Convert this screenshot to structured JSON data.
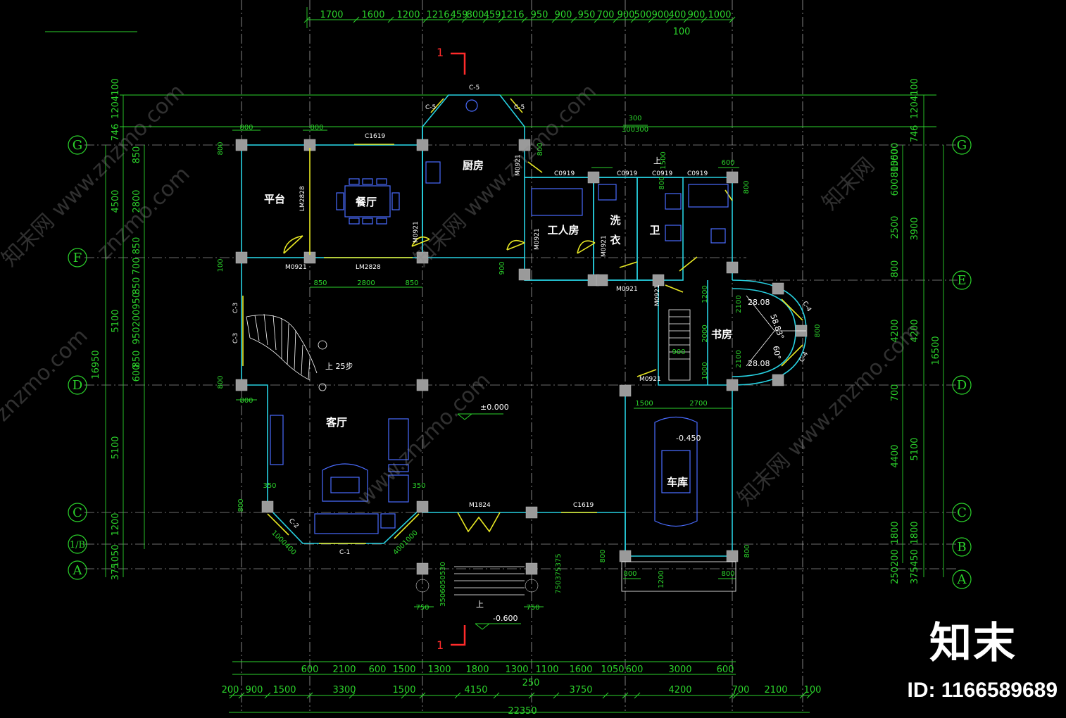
{
  "dims": {
    "top": [
      "1700",
      "1600",
      "1200",
      "1216",
      "459",
      "800",
      "459",
      "1216",
      "950",
      "900",
      "950",
      "700",
      "900",
      "500",
      "900",
      "400",
      "900",
      "1000"
    ],
    "top_extra": "100",
    "bottom_row1": [
      "600",
      "2100",
      "600",
      "1500",
      "1300",
      "1800",
      "1300",
      "1100",
      "1600",
      "1050",
      "600",
      "3000",
      "600"
    ],
    "bottom_row2": [
      "200",
      "900",
      "1500",
      "3300",
      "1500",
      "4150",
      "3750",
      "4200",
      "700",
      "2100",
      "100"
    ],
    "bottom_mid": "250",
    "total_width": "22350",
    "left_outer": [
      "1204100",
      "746",
      "4500",
      "5100",
      "5100",
      "1200",
      "1050",
      "375"
    ],
    "left_inner": [
      "850",
      "2800",
      "850",
      "700",
      "850",
      "950200950",
      "600",
      "850"
    ],
    "left_total": "16950",
    "right_inner": [
      "1204100",
      "746",
      "1500",
      "500",
      "800",
      "600",
      "2500",
      "3900",
      "800",
      "4200",
      "4200",
      "700",
      "4400",
      "5100",
      "1800",
      "1800",
      "250200",
      "375450"
    ],
    "right_total": "16500",
    "misc": [
      "800",
      "800",
      "850",
      "2800",
      "850",
      "900",
      "300",
      "300300",
      "1500",
      "1200",
      "2000",
      "1000",
      "2100",
      "2100",
      "900",
      "1500",
      "2700",
      "350",
      "350",
      "750",
      "750",
      "1200",
      "800",
      "800",
      "1000400",
      "4001000",
      "750375375",
      "3506050530",
      "800",
      "800",
      "100",
      "800",
      "800",
      "800",
      "800",
      "800",
      "800",
      "800",
      "800",
      "600"
    ]
  },
  "axes_left": [
    "G",
    "F",
    "D",
    "C",
    "1/B",
    "A"
  ],
  "axes_right": [
    "G",
    "E",
    "D",
    "C",
    "B",
    "A"
  ],
  "rooms": {
    "platform": "平台",
    "dining": "餐厅",
    "kitchen": "厨房",
    "servant": "工人房",
    "laundry_1": "洗",
    "laundry_2": "衣",
    "bath": "卫",
    "study": "书房",
    "living": "客厅",
    "garage": "车库"
  },
  "tags": {
    "c619_a": "C1619",
    "c5": "C-5",
    "c5_l": "C-5",
    "c5_r": "C-5",
    "c0919_a": "C0919",
    "c0919_b": "C0919",
    "c0919_c": "C0919",
    "c0919_d": "C0919",
    "m0921_a": "M0921",
    "m0921_b": "M0921",
    "m0921_c": "M0921",
    "m0921_d": "M0921",
    "m0921_e": "M0921",
    "m0921_f": "M0921",
    "m0921_g": "M0921",
    "m0921_h": "M0921",
    "lm2828": "LM2828",
    "lm2828_b": "LM2828",
    "c3_a": "C-3",
    "c3_b": "C-3",
    "c4_a": "C-4",
    "c4_b": "C-4",
    "c2": "C-2",
    "c1": "C-1",
    "m1824": "M1824",
    "c1619_b": "C1619",
    "stair_up": "上 25步",
    "up": "上",
    "up2": "上"
  },
  "angles": [
    "28.08",
    "58.83°",
    "60°",
    "28.08"
  ],
  "levels": {
    "main": "±0.000",
    "garage": "-0.450",
    "entry": "-0.600"
  },
  "section_marks": [
    "1",
    "1"
  ],
  "watermarks": [
    "znzmo.com",
    "知末网 www.znzmo.com",
    "知末网 www.znzmo.com",
    "znzmo.com",
    "www.znzmo.com",
    "知末网",
    "知末网 www.znzmo.com"
  ],
  "brand": "知末",
  "id_label": "ID: 1166589689"
}
